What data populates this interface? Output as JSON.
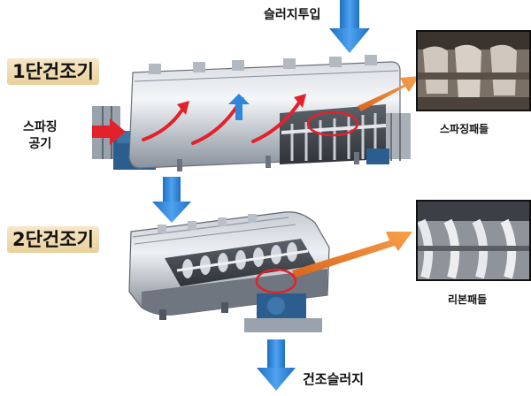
{
  "labels": {
    "sludge_input": "슬러지투입",
    "stage1": "1단건조기",
    "stage2": "2단건조기",
    "sparging_air": [
      "스파징",
      "공기"
    ],
    "sparging_paddle": "스파징패들",
    "ribbon_paddle": "리본패들",
    "dried_sludge": "건조슬러지"
  },
  "colors": {
    "blue_arrow": "#2f86dc",
    "orange_arrow": "#f0822a",
    "red_arrow": "#e3212b",
    "label_box": "#f3dfb4"
  },
  "icons": [
    "down-arrow-icon",
    "right-arrow-icon",
    "curved-arrow-icon"
  ]
}
